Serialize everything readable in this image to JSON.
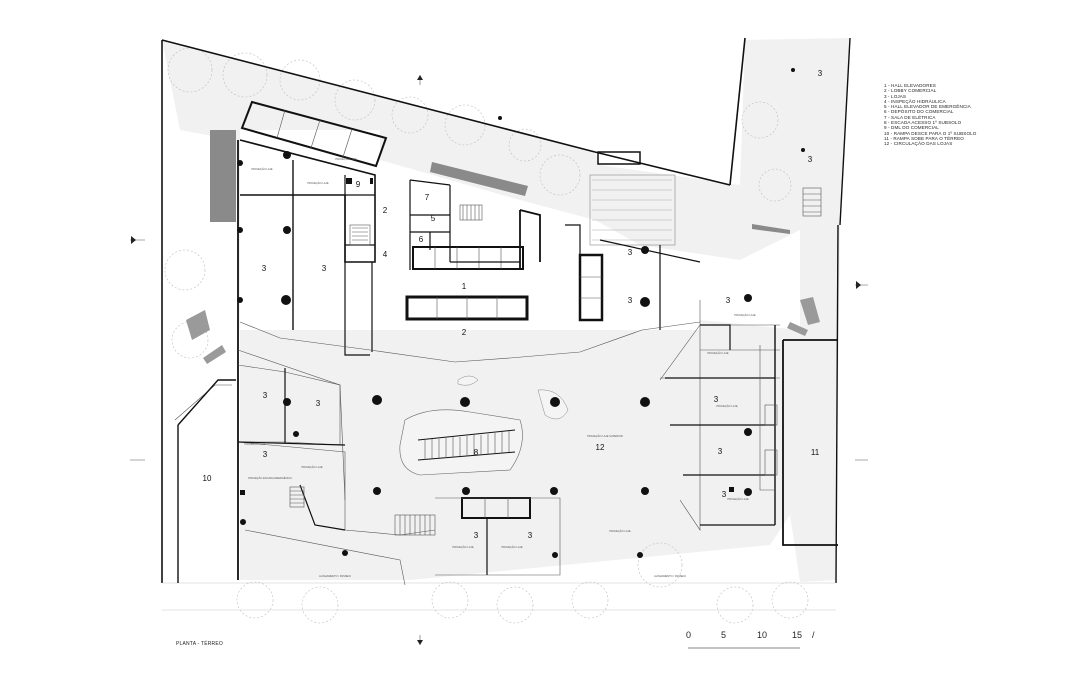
{
  "legend": {
    "items": [
      "1 - HALL ELEVADORES",
      "2 - LOBBY COMERCIAL",
      "3 - LOJAS",
      "4 - INSPEÇÃO HIDRÁULICA",
      "5 - HALL ELEVADOR DE EMERGÊNCIA",
      "6 - DEPÓSITO DO COMERCIAL",
      "7 - SALA DE ELÉTRICA",
      "8 - ESCADA ACESSO 1º SUBSOLO",
      "9 - DML DO COMERCIAL",
      "10 - RAMPA DESCE PARA O 1º SUBSOLO",
      "11 - RAMPA SOBE PARA O TÉRREO",
      "12 - CIRCULAÇÃO DAS LOJAS"
    ]
  },
  "title": "PLANTA - TÉRREO",
  "scale_bar": {
    "ticks": [
      "0",
      "5",
      "10",
      "15"
    ],
    "north_mark": "/"
  },
  "room_labels": {
    "r1": "1",
    "r2a": "2",
    "r2b": "2",
    "r3a": "3",
    "r3b": "3",
    "r3c": "3",
    "r3d": "3",
    "r3e": "3",
    "r3f": "3",
    "r3g": "3",
    "r3h": "3",
    "r3i": "3",
    "r3j": "3",
    "r3k": "3",
    "r3l": "3",
    "r3m": "3",
    "r3n": "3",
    "r4": "4",
    "r5": "5",
    "r6": "6",
    "r7": "7",
    "r8": "8",
    "r9": "9",
    "r10": "10",
    "r11": "11",
    "r12": "12"
  }
}
